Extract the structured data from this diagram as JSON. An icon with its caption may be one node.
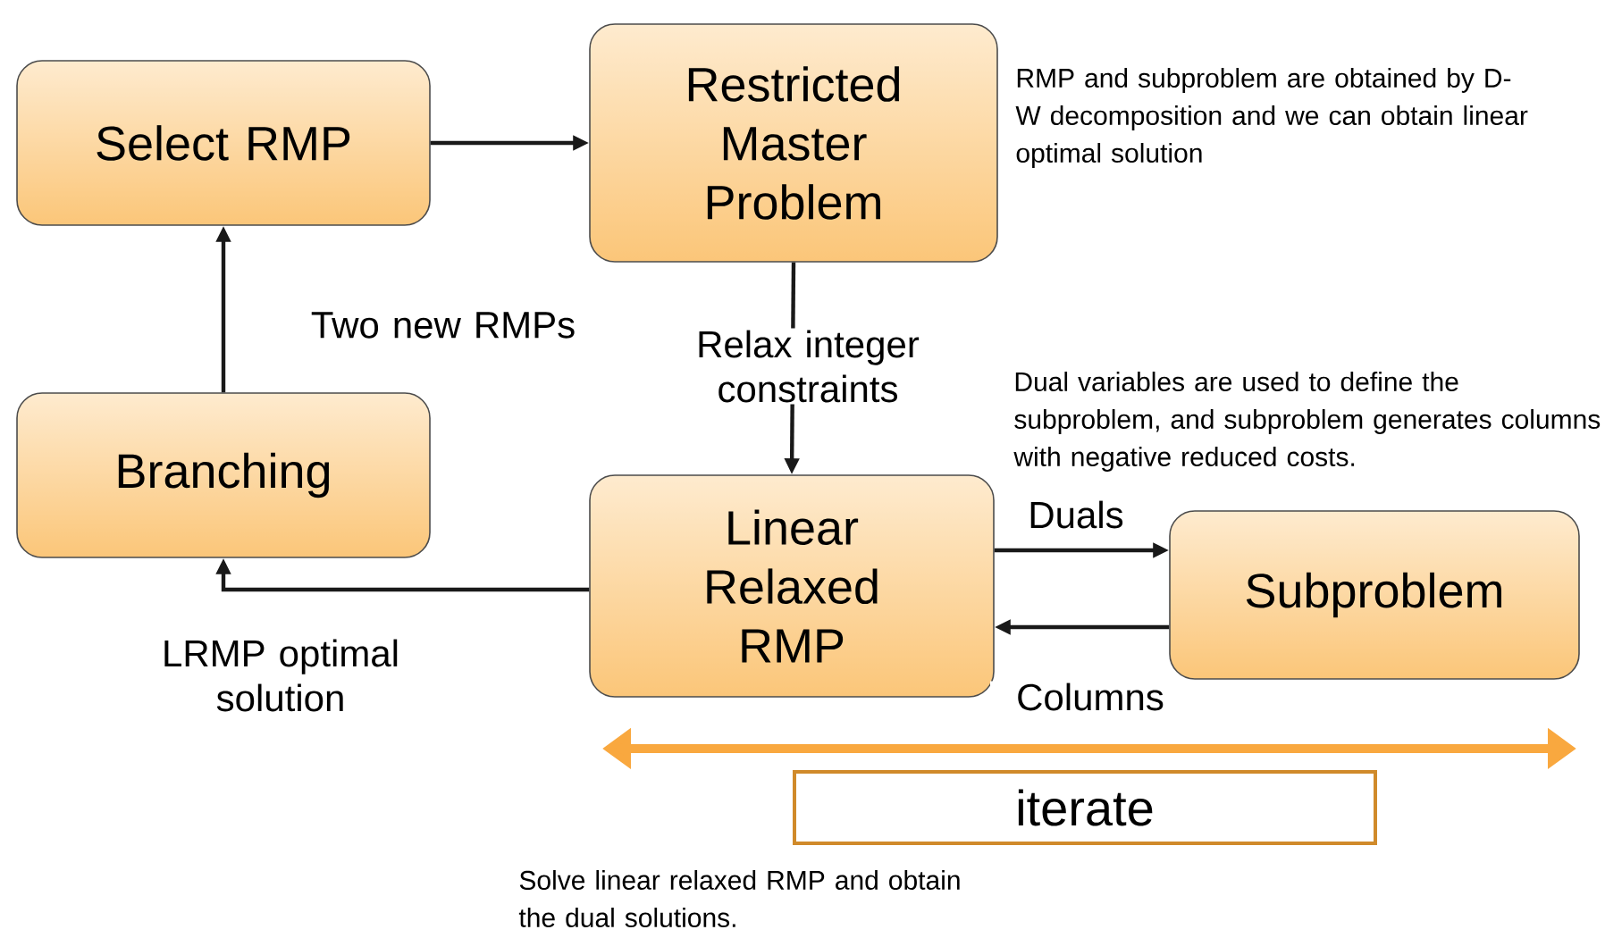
{
  "diagram": {
    "nodes": [
      {
        "text": [
          "Select RMP"
        ]
      },
      {
        "text": [
          "Restricted Master Problem"
        ]
      },
      {
        "text": [
          "Branching"
        ]
      },
      {
        "text": [
          "Linear Relaxed RMP"
        ]
      },
      {
        "text": [
          "Subproblem"
        ]
      },
      {
        "text": [
          "iterate"
        ]
      }
    ],
    "edges": [
      {
        "from": 0,
        "to": 1,
        "arrow": "to"
      },
      {
        "from": 1,
        "to": 3,
        "arrow": "to",
        "label": "Relax integer constraints"
      },
      {
        "from": 2,
        "to": 0,
        "arrow": "to",
        "label": "Two new RMPs"
      },
      {
        "from": 3,
        "to": 2,
        "arrow": "to",
        "label": "LRMP optimal solution"
      },
      {
        "from": 3,
        "to": 4,
        "arrow": "to",
        "label": "Duals"
      },
      {
        "from": 4,
        "to": 3,
        "arrow": "to",
        "label": "Columns"
      }
    ],
    "labels": [
      "RMP and subproblem are obtained by D-W decomposition and we can obtain linear optimal solution",
      "Dual variables are used to define the subproblem, and subproblem generates columns with negative reduced costs.",
      "Solve linear relaxed RMP and obtain the dual solutions."
    ]
  }
}
